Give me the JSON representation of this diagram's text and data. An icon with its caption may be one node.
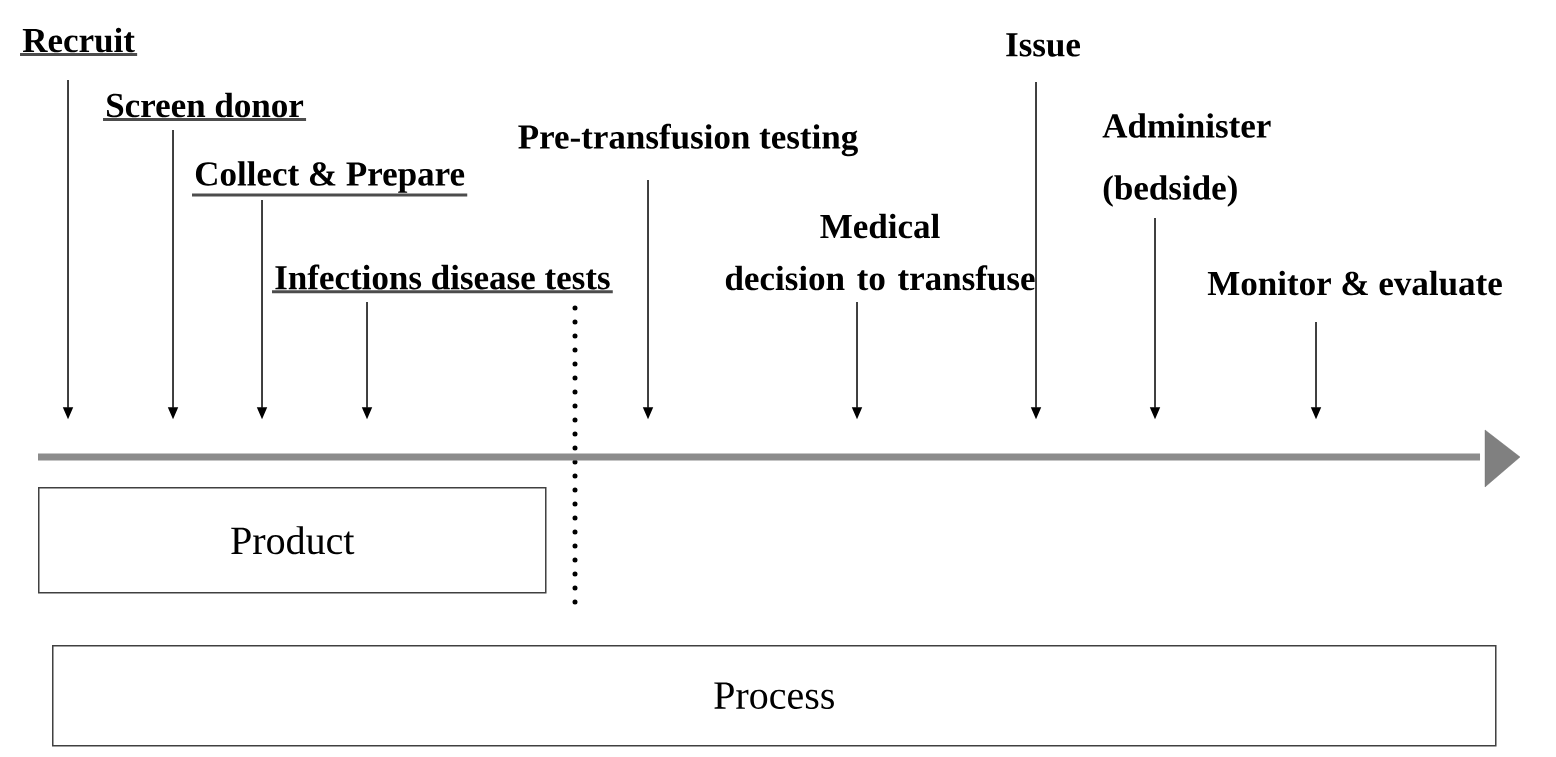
{
  "diagram": {
    "nodes": [
      {
        "text": [
          "Recruit"
        ]
      },
      {
        "text": [
          "Screen donor"
        ]
      },
      {
        "text": [
          "Collect & Prepare"
        ]
      },
      {
        "text": [
          "Infections disease tests"
        ]
      },
      {
        "text": [
          "Pre-transfusion testing"
        ]
      },
      {
        "text": [
          "Medical decision to transfuse"
        ]
      },
      {
        "text": [
          "Issue"
        ]
      },
      {
        "text": [
          "Administer (bedside)"
        ]
      },
      {
        "text": [
          "Monitor & evaluate"
        ]
      },
      {
        "text": [],
        "shape": "bar"
      },
      {
        "text": [
          "Product"
        ]
      },
      {
        "text": [
          "Process"
        ]
      }
    ],
    "edges": [
      {
        "from": 0,
        "to": 9,
        "arrow": "to"
      },
      {
        "from": 1,
        "to": 9,
        "arrow": "to"
      },
      {
        "from": 2,
        "to": 9,
        "arrow": "to"
      },
      {
        "from": 3,
        "to": 9,
        "arrow": "to"
      },
      {
        "from": 4,
        "to": 9,
        "arrow": "to"
      },
      {
        "from": 5,
        "to": 9,
        "arrow": "to"
      },
      {
        "from": 6,
        "to": 9,
        "arrow": "to"
      },
      {
        "from": 7,
        "to": 9,
        "arrow": "to"
      },
      {
        "from": 8,
        "to": 9,
        "arrow": "to"
      }
    ]
  }
}
